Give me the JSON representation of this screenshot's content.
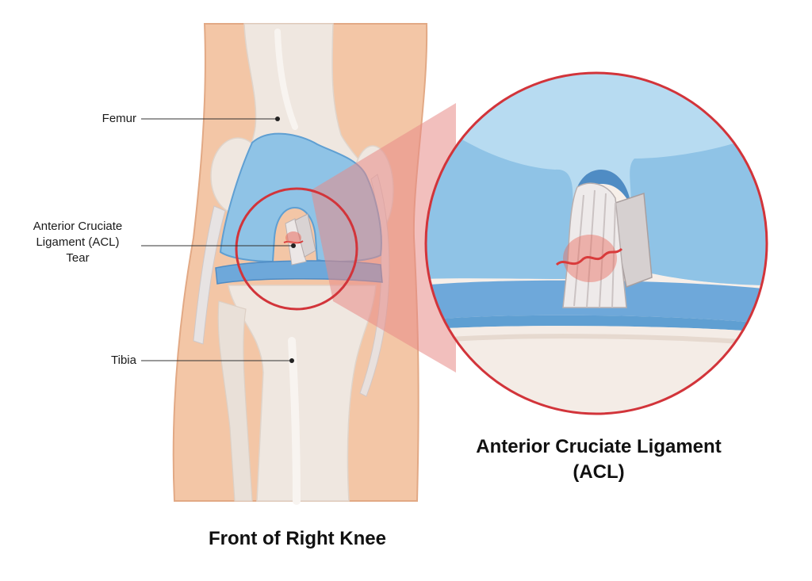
{
  "labels": {
    "femur": "Femur",
    "acl_tear_line1": "Anterior Cruciate",
    "acl_tear_line2": "Ligament (ACL)",
    "acl_tear_line3": "Tear",
    "tibia": "Tibia"
  },
  "zoom_title": {
    "line1": "Anterior Cruciate Ligament",
    "line2": "(ACL)"
  },
  "main_title": "Front of Right Knee",
  "colors": {
    "skin": "#f3c6a6",
    "skin_outline": "#e2a985",
    "bone": "#efe7e0",
    "cartilage": "#8fc3e6",
    "cartilage_light": "#b7dbf1",
    "cartilage_dark": "#5f9fd2",
    "ligament": "#e7e3e3",
    "tear": "#d93b3b",
    "magnifier_ring": "#d2343a",
    "zoom_beam": "#e88a86"
  }
}
